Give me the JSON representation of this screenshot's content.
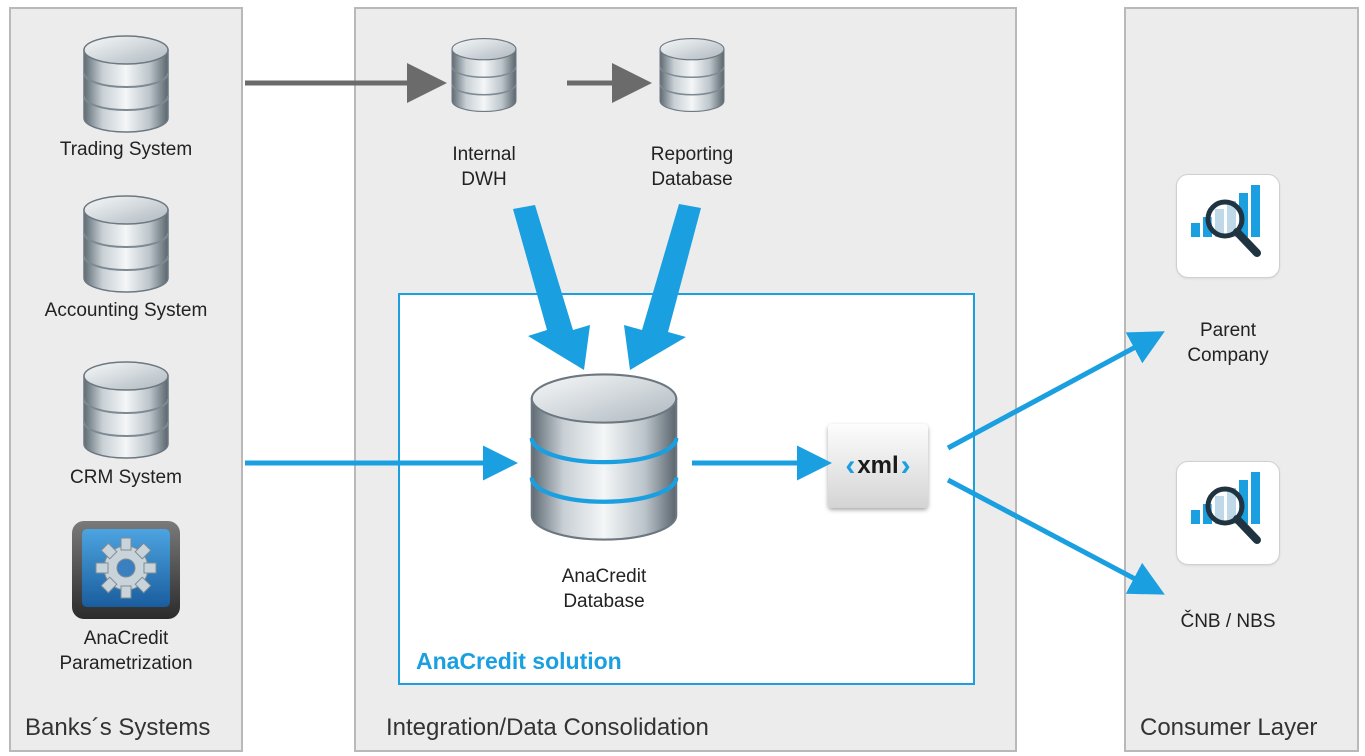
{
  "panels": {
    "banks": {
      "title": "Banks´s Systems"
    },
    "integration": {
      "title": "Integration/Data Consolidation"
    },
    "consumer": {
      "title": "Consumer Layer"
    }
  },
  "banks_items": {
    "trading": "Trading System",
    "accounting": "Accounting System",
    "crm": "CRM System",
    "param_line1": "AnaCredit",
    "param_line2": "Parametrization"
  },
  "integration_items": {
    "dwh_line1": "Internal",
    "dwh_line2": "DWH",
    "reporting_line1": "Reporting",
    "reporting_line2": "Database",
    "anacredit_line1": "AnaCredit",
    "anacredit_line2": "Database",
    "solution_title": "AnaCredit solution",
    "xml_label": "xml"
  },
  "consumer_items": {
    "parent_line1": "Parent",
    "parent_line2": "Company",
    "regulator": "ČNB / NBS"
  },
  "colors": {
    "accent_blue": "#1a9fe0",
    "arrow_gray": "#6b6b6b",
    "panel_bg": "#ececec",
    "panel_border": "#b9b9b9"
  }
}
